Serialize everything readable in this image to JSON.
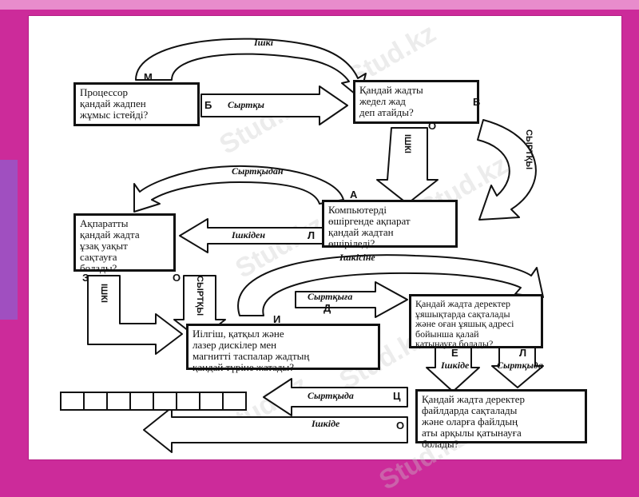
{
  "boxes": {
    "processor": "Процессор\nқандай жадпен\nжұмыс істейді?",
    "ram": "Қандай жадты\nжедел жад\nдеп атайды?",
    "shutdown": "Компьютерді\nөшіргенде ақпарат\nқандай жадтан\nөшіріледі?",
    "longterm": "Ақпаратты\nқандай жадта\nұзақ уақыт\nсақтауға\nболады?",
    "media": "Иілгіш, қатқыл және\nлазер дискілер мен\nмагнитті таспалар жадтың\nқандай түріне жатады?",
    "cells_mem": "Қандай жадта деректер\nұяшықтарда сақталады\nжәне оған ұяшық адресі\nбойынша қалай\nқатынауға болады?",
    "files_mem": "Қандай жадта деректер\nфайлдарда сақталады\nжәне оларға файлдың\nаты арқылы қатынауға\nболады?"
  },
  "arrow_labels": {
    "top_internal": "Ішкі",
    "external_b": "Сыртқы",
    "internal_vertical": "ІШКІ",
    "external_vertical_right": "СЫРТҚЫ",
    "from_external": "Сыртқыдан",
    "from_internal": "Ішкіден",
    "to_internal": "Ішкісіне",
    "to_external": "Сыртқыға",
    "internal_vertical_left": "ІШКІ",
    "external_vertical_left": "СЫРТҚЫ",
    "in_internal": "Ішкіде",
    "in_external": "Сыртқыда",
    "in_external_2": "Сыртқыда",
    "in_internal_2": "Ішкіде"
  },
  "letters": {
    "m": "М",
    "b": "Б",
    "v": "В",
    "o1": "О",
    "a": "А",
    "l1": "Л",
    "z": "З",
    "o2": "О",
    "i": "И",
    "d": "Д",
    "e": "Е",
    "l2": "Л",
    "ts": "Ц",
    "o3": "О"
  },
  "watermark": "Stud.kz",
  "colors": {
    "frame": "#cc2b9a",
    "top_band": "#e88ccc",
    "left_band": "#a04fc0"
  }
}
